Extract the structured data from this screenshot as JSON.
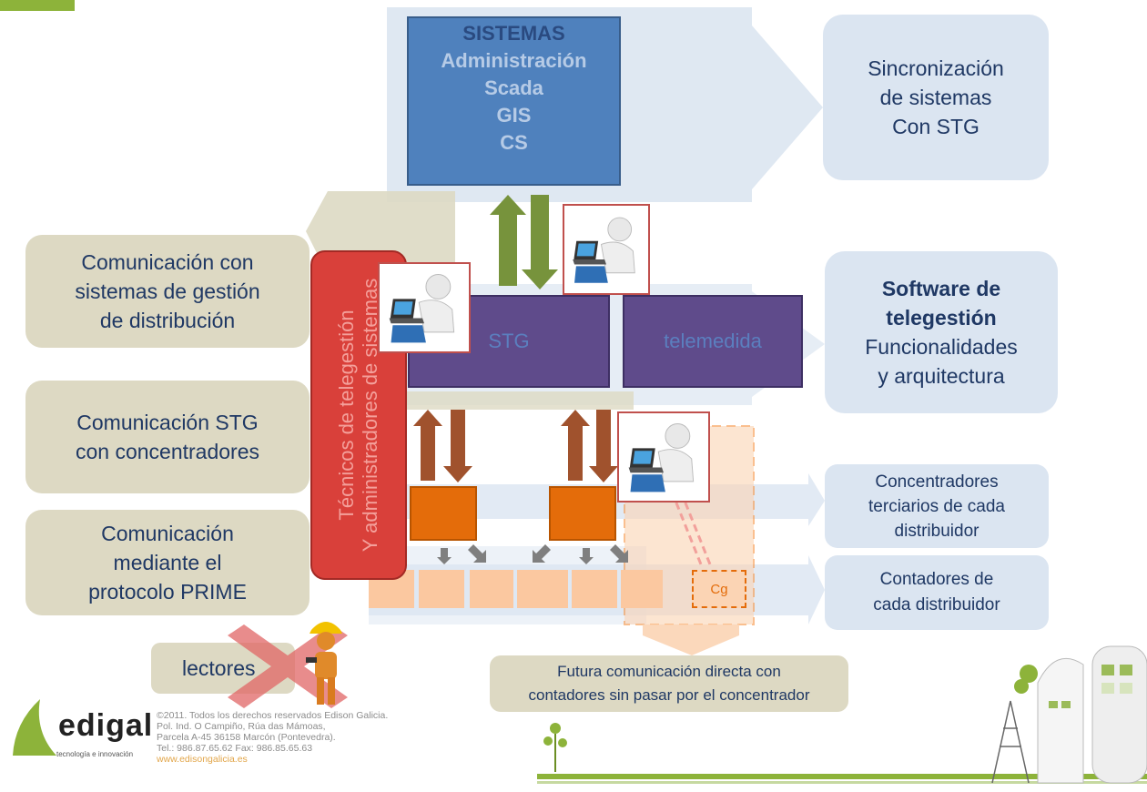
{
  "colors": {
    "systems": "#4f81bd",
    "stg": "#5f4b8b",
    "technicians": "#d9403a",
    "concentrator": "#e46c0a",
    "meter": "#fbc8a0",
    "right_box": "#dbe5f1",
    "left_box": "#ddd9c3",
    "arrow_up_down_top": "#77933c",
    "arrow_up_down_mid": "#a0522d",
    "brand_green": "#8db33a"
  },
  "systems_box": {
    "lines": [
      "SISTEMAS",
      "Administración",
      "Scada",
      "GIS",
      "CS"
    ]
  },
  "purple_boxes": {
    "stg": "STG",
    "telemedida": "telemedida"
  },
  "technicians_bar": {
    "line1": "Técnicos de telegestión",
    "line2": "Y administradores de sistemas"
  },
  "right_labels": {
    "sync": [
      "Sincronización",
      "de sistemas",
      "Con STG"
    ],
    "software_bold": [
      "Software de",
      "telegestión"
    ],
    "software_rest": [
      "Funcionalidades",
      "y arquitectura"
    ],
    "concentrators": [
      "Concentradores",
      "terciarios de cada",
      "distribuidor"
    ],
    "meters": [
      "Contadores de",
      "cada distribuidor"
    ]
  },
  "left_labels": {
    "distribution": [
      "Comunicación con",
      "sistemas de gestión",
      "de distribución"
    ],
    "stg_conc": [
      "Comunicación STG",
      "con concentradores"
    ],
    "prime": [
      "Comunicación",
      "mediante el",
      "protocolo PRIME"
    ]
  },
  "cg_label": "Cg",
  "future": [
    "Futura comunicación directa con",
    "contadores sin pasar por el concentrador"
  ],
  "lectores": "lectores",
  "footer": {
    "logo": "edigal",
    "tagline": "tecnología e innovación",
    "copyright": [
      "©2011. Todos los derechos reservados Edison Galicia.",
      "Pol. Ind. O Campiño, Rúa das Mámoas,",
      "Parcela A-45 36158 Marcón (Pontevedra).",
      "Tel.: 986.87.65.62 Fax: 986.85.65.63"
    ],
    "web": "www.edisongalicia.es"
  },
  "icons": [
    "person-laptop-icon",
    "worker-icon",
    "cross-icon",
    "arrow-up-icon",
    "arrow-down-icon",
    "edigal-logo-icon",
    "city-illustration-icon"
  ]
}
